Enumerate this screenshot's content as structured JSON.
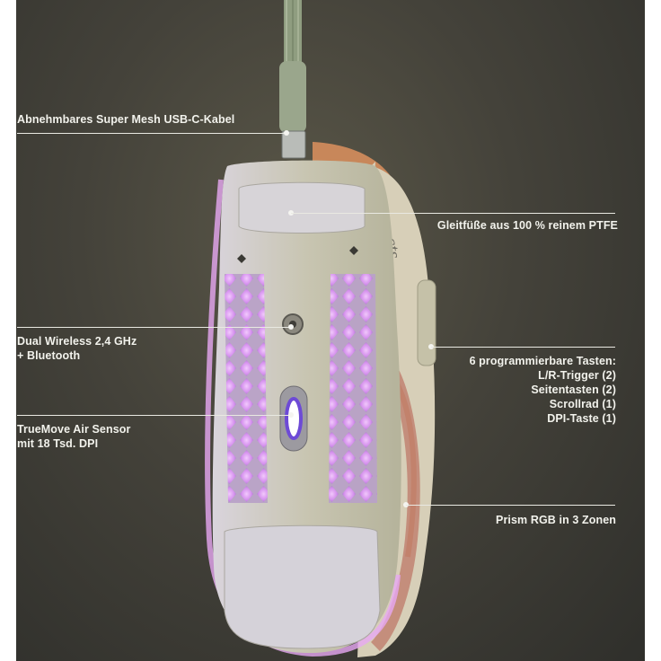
{
  "callouts": {
    "cable": "Abnehmbares Super Mesh USB-C-Kabel",
    "feet": "Gleitfüße aus 100 % reinem PTFE",
    "wireless": [
      "Dual Wireless 2,4 GHz",
      "+ Bluetooth"
    ],
    "buttons": [
      "6 programmierbare Tasten:",
      "L/R-Trigger (2)",
      "Seitentasten (2)",
      "Scrollrad (1)",
      "DPI-Taste (1)"
    ],
    "sensor": [
      "TrueMove Air Sensor",
      "mit 18 Tsd. DPI"
    ],
    "rgb": "Prism RGB in 3 Zonen"
  },
  "colors": {
    "background": "#3f3e36",
    "shell": "#c9c7b0",
    "glow": "#e2a6f0",
    "cable": "#8c9a7e"
  }
}
